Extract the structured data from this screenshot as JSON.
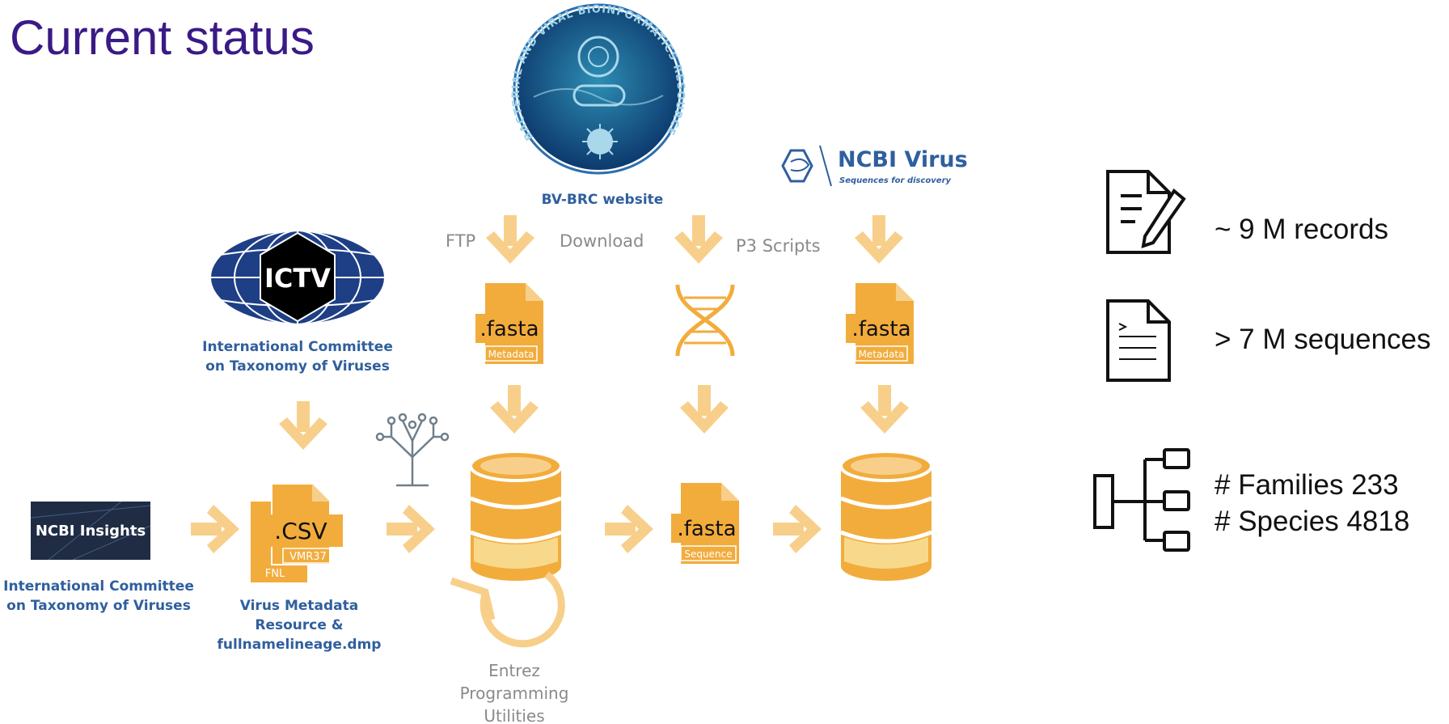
{
  "slide": {
    "title": "Current status"
  },
  "sources": {
    "bvbrc": {
      "ring_text": "BACTERIAL AND VIRAL BIOINFORMATICS RESOURCE CENTER",
      "caption": "BV-BRC website"
    },
    "ncbi_virus": {
      "name": "NCBI Virus",
      "tagline": "Sequences for discovery"
    },
    "ictv": {
      "badge": "ICTV",
      "caption_line1": "International Committee",
      "caption_line2": "on Taxonomy of Viruses"
    },
    "ncbi_insights": {
      "badge": "NCBI Insights",
      "caption_line1": "International Committee",
      "caption_line2": "on Taxonomy of Viruses"
    }
  },
  "methods": {
    "ftp": "FTP",
    "download": "Download",
    "p3": "P3 Scripts"
  },
  "files": {
    "fasta_metadata_1": {
      "ext": ".fasta",
      "sub": "Metadata"
    },
    "fasta_metadata_2": {
      "ext": ".fasta",
      "sub": "Metadata"
    },
    "fasta_sequence": {
      "ext": ".fasta",
      "sub": "Sequence"
    },
    "csv": {
      "ext": ".CSV",
      "sub1": "VMR37",
      "sub2": "FNL"
    }
  },
  "vmr_caption": {
    "line1": "Virus Metadata",
    "line2": "Resource &",
    "line3": "fullnamelineage.dmp"
  },
  "entrez_caption": {
    "line1": "Entrez",
    "line2": "Programming",
    "line3": "Utilities"
  },
  "stats": {
    "records": "~ 9 M records",
    "sequences": "> 7 M sequences",
    "families": "# Families 233",
    "species": "# Species 4818"
  },
  "colors": {
    "accent": "#f2ac3c",
    "accent_light": "#f8cf8a",
    "title": "#3a1a86",
    "caption_blue": "#2f5f9e"
  }
}
